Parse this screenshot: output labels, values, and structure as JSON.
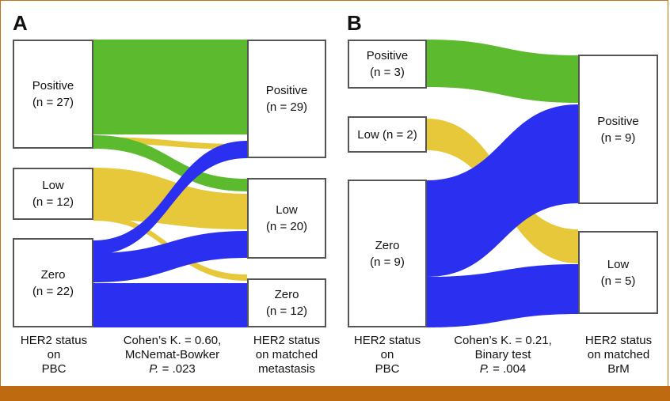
{
  "panel_a": {
    "letter": "A",
    "source_nodes": [
      {
        "id": "pos",
        "label": "Positive",
        "count": "(n = 27)"
      },
      {
        "id": "low",
        "label": "Low",
        "count": "(n = 12)"
      },
      {
        "id": "zero",
        "label": "Zero",
        "count": "(n = 22)"
      }
    ],
    "target_nodes": [
      {
        "id": "pos",
        "label": "Positive",
        "count": "(n = 29)"
      },
      {
        "id": "low",
        "label": "Low",
        "count": "(n = 20)"
      },
      {
        "id": "zero",
        "label": "Zero",
        "count": "(n = 12)"
      }
    ],
    "caption_left": [
      "HER2 status",
      "on",
      "PBC"
    ],
    "caption_mid": {
      "line1": "Cohen’s K. = 0.60,",
      "line2": "McNemat-Bowker",
      "p_italic": "P.",
      "p_rest": " = .023"
    },
    "caption_right": [
      "HER2 status",
      "on matched",
      "metastasis"
    ]
  },
  "panel_b": {
    "letter": "B",
    "source_nodes": [
      {
        "id": "pos",
        "label": "Positive",
        "count": "(n = 3)"
      },
      {
        "id": "low",
        "label": "Low (n = 2)",
        "count": ""
      },
      {
        "id": "zero",
        "label": "Zero",
        "count": "(n = 9)"
      }
    ],
    "target_nodes": [
      {
        "id": "pos",
        "label": "Positive",
        "count": "(n = 9)"
      },
      {
        "id": "low",
        "label": "Low",
        "count": "(n = 5)"
      }
    ],
    "caption_left": [
      "HER2 status",
      "on",
      "PBC"
    ],
    "caption_mid": {
      "line1": "Cohen’s K. = 0.21,",
      "line2": "Binary test",
      "p_italic": "P.",
      "p_rest": " = .004"
    },
    "caption_right": [
      "HER2 status",
      "on matched",
      "BrM"
    ]
  },
  "colors": {
    "positive": "#5cba2e",
    "low": "#e6c83a",
    "zero": "#2a2ff0",
    "frame": "#c07318",
    "bottom_bar": "#bd6a10"
  }
}
